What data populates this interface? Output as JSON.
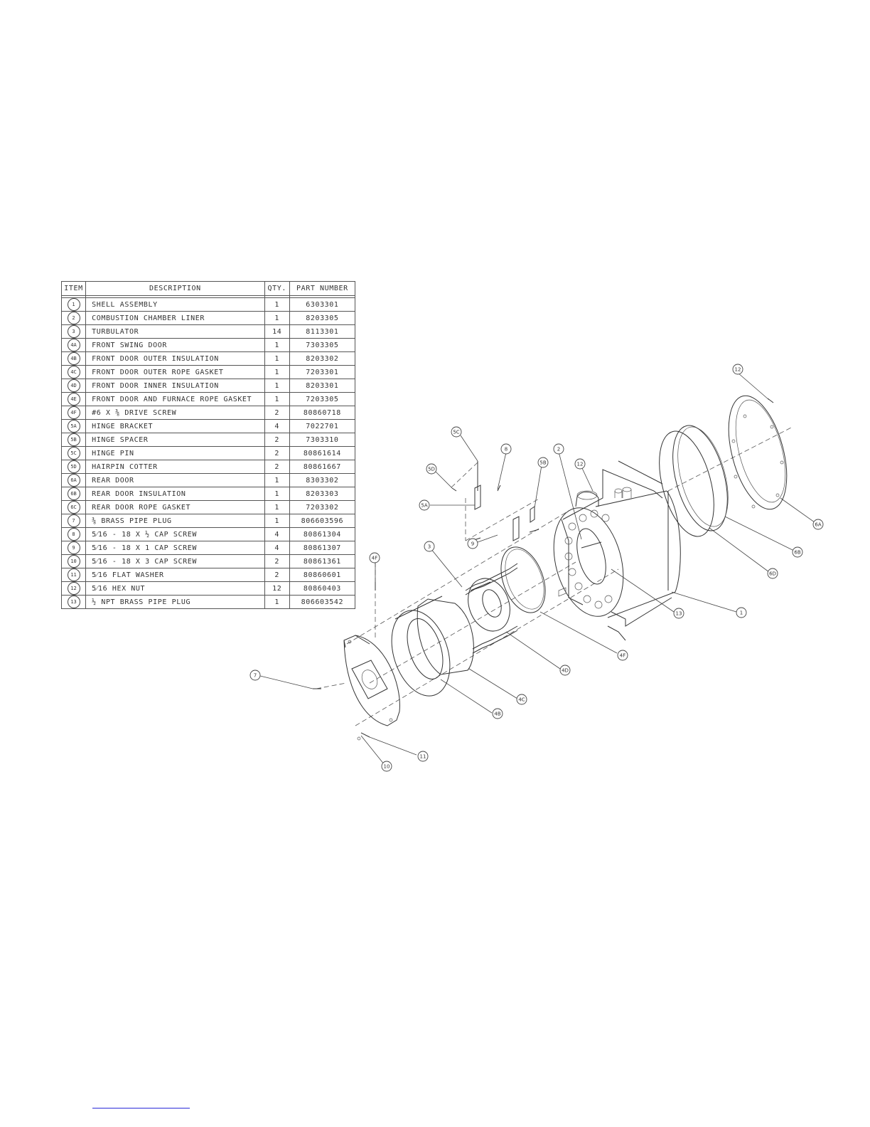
{
  "table": {
    "headers": {
      "item": "ITEM",
      "description": "DESCRIPTION",
      "qty": "QTY.",
      "part_number": "PART NUMBER"
    },
    "rows": [
      {
        "item": "1",
        "description": "SHELL ASSEMBLY",
        "qty": "1",
        "part_number": "6303301"
      },
      {
        "item": "2",
        "description": "COMBUSTION CHAMBER LINER",
        "qty": "1",
        "part_number": "8203305"
      },
      {
        "item": "3",
        "description": "TURBULATOR",
        "qty": "14",
        "part_number": "8113301"
      },
      {
        "item": "4A",
        "description": "FRONT SWING DOOR",
        "qty": "1",
        "part_number": "7303305"
      },
      {
        "item": "4B",
        "description": "FRONT DOOR OUTER INSULATION",
        "qty": "1",
        "part_number": "8203302"
      },
      {
        "item": "4C",
        "description": "FRONT DOOR OUTER ROPE GASKET",
        "qty": "1",
        "part_number": "7203301"
      },
      {
        "item": "4D",
        "description": "FRONT DOOR INNER INSULATION",
        "qty": "1",
        "part_number": "8203301"
      },
      {
        "item": "4E",
        "description": "FRONT DOOR AND FURNACE ROPE GASKET",
        "qty": "1",
        "part_number": "7203305"
      },
      {
        "item": "4F",
        "description": "#6 X ⅜ DRIVE SCREW",
        "qty": "2",
        "part_number": "80860718"
      },
      {
        "item": "5A",
        "description": "HINGE BRACKET",
        "qty": "4",
        "part_number": "7022701"
      },
      {
        "item": "5B",
        "description": "HINGE SPACER",
        "qty": "2",
        "part_number": "7303310"
      },
      {
        "item": "5C",
        "description": "HINGE PIN",
        "qty": "2",
        "part_number": "80861614"
      },
      {
        "item": "5D",
        "description": "HAIRPIN COTTER",
        "qty": "2",
        "part_number": "80861667"
      },
      {
        "item": "6A",
        "description": "REAR DOOR",
        "qty": "1",
        "part_number": "8303302"
      },
      {
        "item": "6B",
        "description": "REAR DOOR INSULATION",
        "qty": "1",
        "part_number": "8203303"
      },
      {
        "item": "6C",
        "description": "REAR DOOR ROPE GASKET",
        "qty": "1",
        "part_number": "7203302"
      },
      {
        "item": "7",
        "description": "⅜ BRASS PIPE PLUG",
        "qty": "1",
        "part_number": "806603596"
      },
      {
        "item": "8",
        "description": "5⁄16 - 18 X ½ CAP SCREW",
        "qty": "4",
        "part_number": "80861304"
      },
      {
        "item": "9",
        "description": "5⁄16 - 18 X 1 CAP SCREW",
        "qty": "4",
        "part_number": "80861307"
      },
      {
        "item": "10",
        "description": "5⁄16 - 18 X 3 CAP SCREW",
        "qty": "2",
        "part_number": "80861361"
      },
      {
        "item": "11",
        "description": "5⁄16 FLAT WASHER",
        "qty": "2",
        "part_number": "80860601"
      },
      {
        "item": "12",
        "description": "5⁄16 HEX NUT",
        "qty": "12",
        "part_number": "80860403"
      },
      {
        "item": "13",
        "description": "½ NPT BRASS PIPE PLUG",
        "qty": "1",
        "part_number": "806603542"
      }
    ]
  },
  "callouts": [
    "12",
    "6A",
    "6B",
    "6D",
    "5C",
    "5D",
    "5A",
    "8",
    "5B",
    "2",
    "12",
    "9",
    "3",
    "4F",
    "13",
    "1",
    "4F",
    "4D",
    "4C",
    "4B",
    "7",
    "11",
    "10"
  ]
}
